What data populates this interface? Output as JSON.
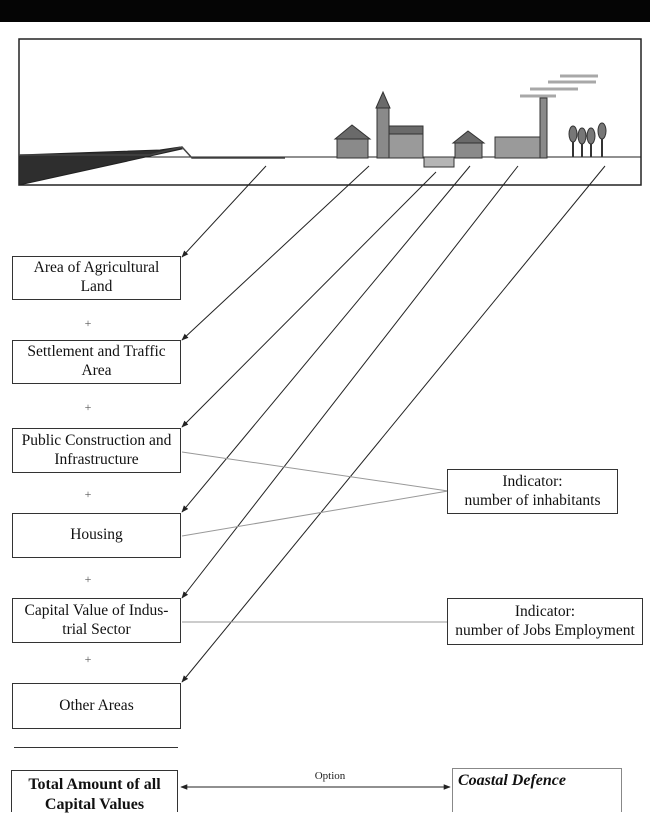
{
  "boxes": {
    "agricultural": "Area of Agricultural Land",
    "settlement": "Settlement and Traffic Area",
    "public": "Public Construction and Infrastructure",
    "housing": "Housing",
    "industrial": "Capital Value of Indus-trial Sector",
    "other": "Other Areas"
  },
  "plus_sign": "+",
  "indicators": {
    "inhabitants_line1": "Indicator:",
    "inhabitants_line2": "number of inhabitants",
    "jobs_line1": "Indicator:",
    "jobs_line2": "number of Jobs Employment"
  },
  "total": "Total Amount of all Capital Values",
  "option": "Option",
  "coastal": "Coastal Defence",
  "colors": {
    "sea": "#2e2e2e",
    "building": "#8a8a8a",
    "roof": "#6a6a6a",
    "smoke": "#a8a8a8",
    "water": "#b5b5b5"
  }
}
